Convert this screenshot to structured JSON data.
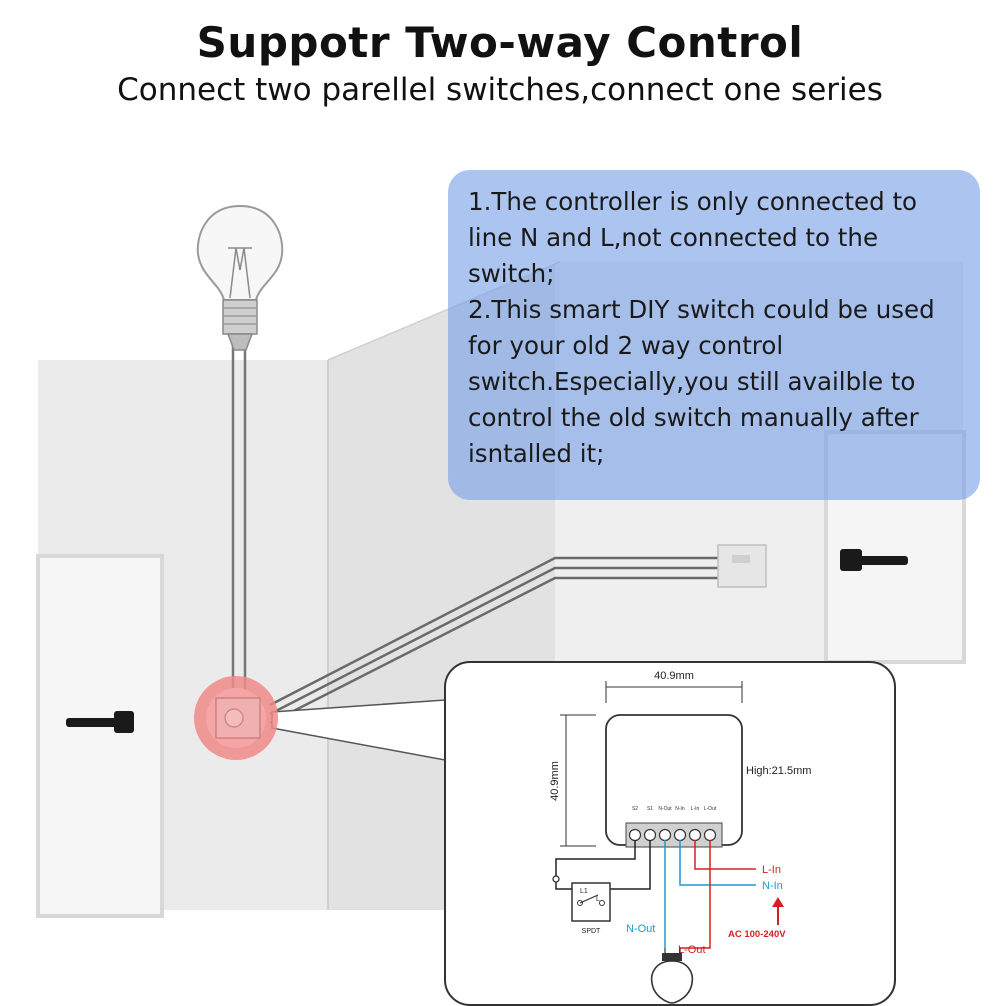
{
  "header": {
    "title": "Suppotr Two-way Control",
    "subtitle": "Connect two parellel switches,connect one series"
  },
  "note": {
    "line1": "1.The controller is only connected to line N and L,not connected to the switch;",
    "line2": "2.This smart DIY switch could be used for your old 2 way control switch.Especially,you still availble to control the old switch manually after isntalled it;"
  },
  "diagram": {
    "width_label": "40.9mm",
    "height_label": "40.9mm",
    "depth_label": "High:21.5mm",
    "terminals": [
      "S2",
      "S1",
      "N-Out",
      "N-In",
      "L-In",
      "L-Out"
    ],
    "l_in_label": "L-In",
    "n_in_label": "N-In",
    "n_out_label": "N-Out",
    "l_out_label": "L-Out",
    "ac_label": "AC 100-240V",
    "spdt_label": "SPDT",
    "spdt_l1": "L1",
    "spdt_l": "L"
  },
  "colors": {
    "live_wire": "#d62020",
    "neutral_wire": "#1a9ad6",
    "note_bg": "#78a0e6",
    "module_glow": "#f07a7a"
  }
}
